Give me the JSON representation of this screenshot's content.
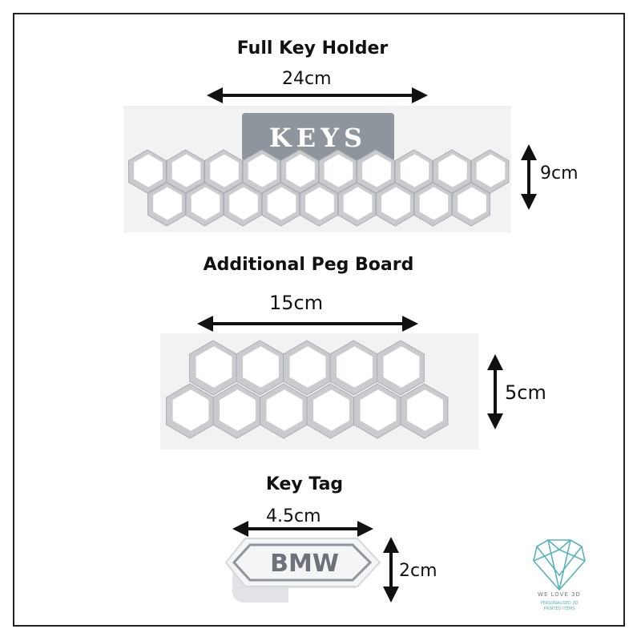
{
  "sections": {
    "full": {
      "title": "Full Key Holder",
      "width": "24cm",
      "height": "9cm",
      "plaque": "KEYS"
    },
    "peg": {
      "title": "Additional Peg Board",
      "width": "15cm",
      "height": "5cm"
    },
    "tag": {
      "title": "Key Tag",
      "width": "4.5cm",
      "height": "2cm",
      "text": "BMW"
    }
  },
  "logo": {
    "name": "WE LOVE 3D",
    "tagline_1": "PERSONALISED 3D",
    "tagline_2": "PRINTED ITEMS"
  },
  "colors": {
    "accent": "#5ab2b6",
    "hex_outer": "#c9cbcf",
    "hex_inner": "#ffffff",
    "plaque": "#8f959c"
  }
}
